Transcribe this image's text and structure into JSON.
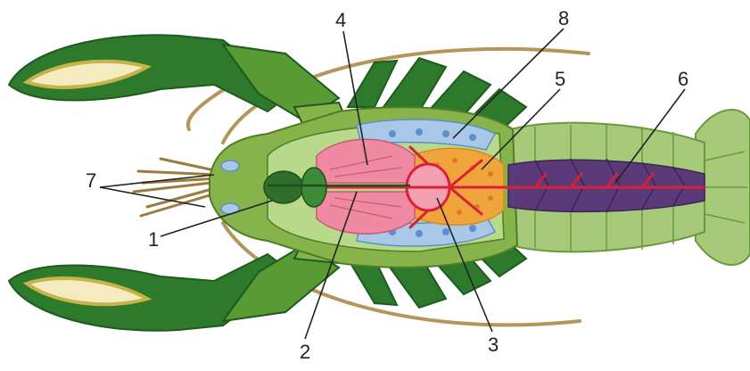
{
  "labels": {
    "l1": "1",
    "l2": "2",
    "l3": "3",
    "l4": "4",
    "l5": "5",
    "l6": "6",
    "l7": "7",
    "l8": "8"
  },
  "colors": {
    "claw_dark": "#2d7a2c",
    "claw_mid": "#5a9a34",
    "claw_tip": "#c8b24a",
    "carapace": "#86b44a",
    "carapace_light": "#b9d98a",
    "tail": "#a6c97a",
    "tail_outline": "#6b9a3e",
    "antenna": "#b4955a",
    "gill": "#a9c8e8",
    "gill_dark": "#5d8fc8",
    "stomach_pink": "#f08aa2",
    "heart": "#f4a0b0",
    "liver": "#f0a53c",
    "liver_dots": "#e07a1f",
    "gut_purple": "#5b3a7a",
    "vessel_red": "#d8203a",
    "nerve_dark": "#2f6e2b",
    "label_text": "#222222",
    "pointer_line": "#222222"
  }
}
